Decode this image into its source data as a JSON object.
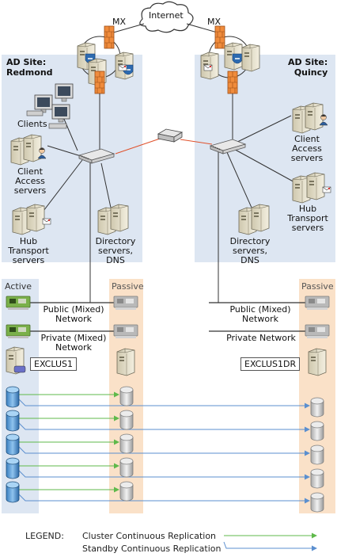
{
  "internet": "Internet",
  "mx_left": "MX",
  "mx_right": "MX",
  "sites": {
    "left": {
      "line1": "AD Site:",
      "line2": "Redmond"
    },
    "right": {
      "line1": "AD Site:",
      "line2": "Quincy"
    }
  },
  "labels": {
    "clients": "Clients",
    "cas_left": [
      "Client",
      "Access",
      "servers"
    ],
    "hub_left": [
      "Hub",
      "Transport",
      "servers"
    ],
    "dir_left": [
      "Directory",
      "servers,",
      "DNS"
    ],
    "cas_right": [
      "Client",
      "Access",
      "servers"
    ],
    "hub_right": [
      "Hub",
      "Transport",
      "servers"
    ],
    "dir_right": [
      "Directory",
      "servers,",
      "DNS"
    ]
  },
  "columns": {
    "active": "Active",
    "passive_left": "Passive",
    "passive_right": "Passive"
  },
  "networks": {
    "public_left": [
      "Public (Mixed)",
      "Network"
    ],
    "private_left": [
      "Private (Mixed)",
      "Network"
    ],
    "public_right": [
      "Public (Mixed)",
      "Network"
    ],
    "private_right": "Private Network"
  },
  "clusters": {
    "left": "EXCLUS1",
    "right": "EXCLUS1DR"
  },
  "legend": {
    "title": "LEGEND:",
    "ccr": "Cluster Continuous Replication",
    "scr": "Standby Continuous Replication"
  },
  "colors": {
    "site_bg": "#dde6f2",
    "active_bg": "#dde6f2",
    "passive_bg": "#fae1c8",
    "ccr_line": "#5fb94b",
    "scr_line": "#5b8fcf",
    "wan_line": "#e0502a",
    "firewall": "#f08c3c"
  }
}
